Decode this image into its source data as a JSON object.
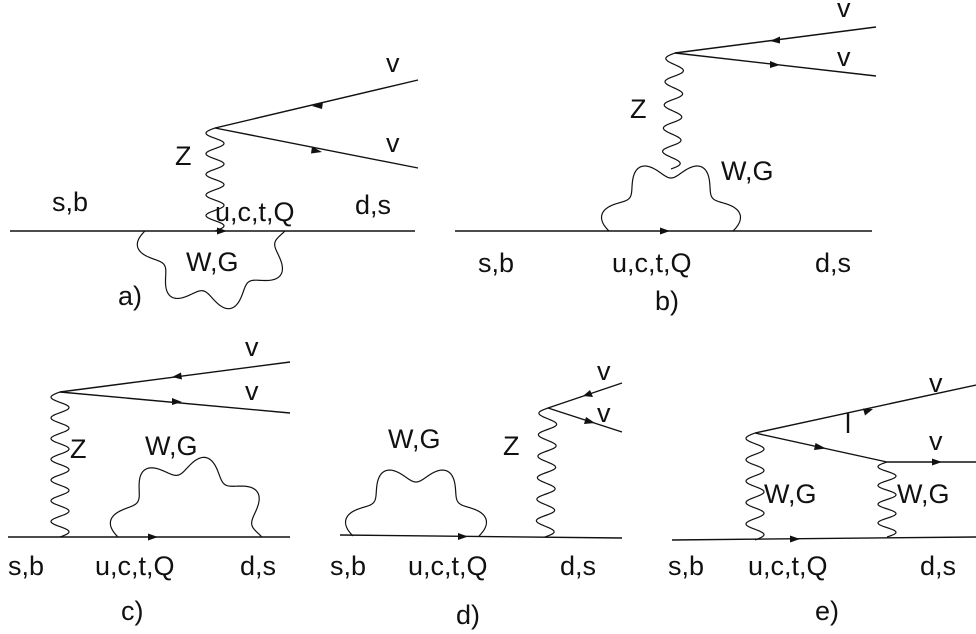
{
  "diagrams": {
    "a": {
      "caption": "a)",
      "labels": {
        "in": "s,b",
        "out": "d,s",
        "internal": "u,c,t,Q",
        "loop": "W,G",
        "boson": "Z",
        "nu1": "v",
        "nu2": "v"
      }
    },
    "b": {
      "caption": "b)",
      "labels": {
        "in": "s,b",
        "out": "d,s",
        "internal": "u,c,t,Q",
        "loop": "W,G",
        "boson": "Z",
        "nu1": "v",
        "nu2": "v"
      }
    },
    "c": {
      "caption": "c)",
      "labels": {
        "in": "s,b",
        "out": "d,s",
        "internal": "u,c,t,Q",
        "loop": "W,G",
        "boson": "Z",
        "nu1": "v",
        "nu2": "v"
      }
    },
    "d": {
      "caption": "d)",
      "labels": {
        "in": "s,b",
        "out": "d,s",
        "internal": "u,c,t,Q",
        "loop": "W,G",
        "boson": "Z",
        "nu1": "v",
        "nu2": "v"
      }
    },
    "e": {
      "caption": "e)",
      "labels": {
        "in": "s,b",
        "out": "d,s",
        "internal": "u,c,t,Q",
        "boson1": "W,G",
        "boson2": "W,G",
        "lepton": "l",
        "nu1": "v",
        "nu2": "v"
      }
    }
  }
}
